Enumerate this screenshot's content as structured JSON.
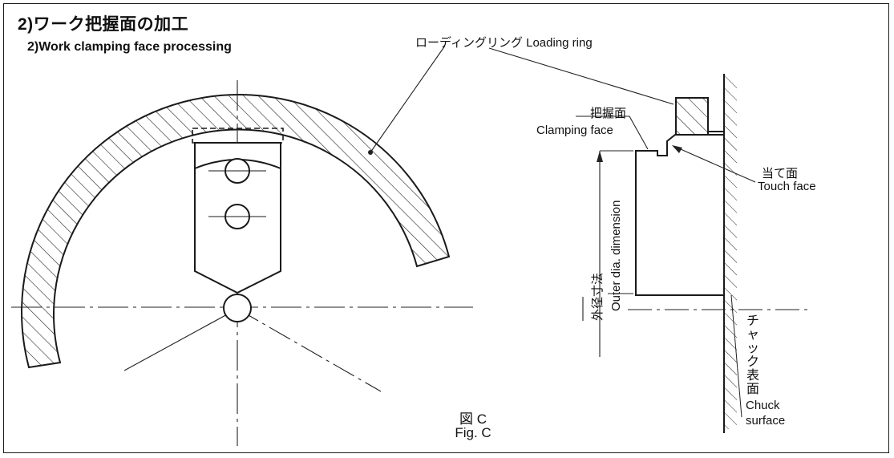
{
  "title": {
    "jp": "2)ワーク把握面の加工",
    "en": "2)Work clamping face processing"
  },
  "labels": {
    "loading_ring": "ローディングリング Loading ring",
    "clamping_face_jp": "把握面",
    "clamping_face_en": "Clamping face",
    "touch_face_jp": "当て面",
    "touch_face_en": "Touch face",
    "outer_dia_jp": "外径寸法",
    "outer_dia_en": "Outer dia. dimension",
    "chuck_surface_jp": "チャック表面",
    "chuck_surface_en_1": "Chuck",
    "chuck_surface_en_2": "surface"
  },
  "figure": {
    "caption_jp": "図 C",
    "caption_en": "Fig. C"
  }
}
